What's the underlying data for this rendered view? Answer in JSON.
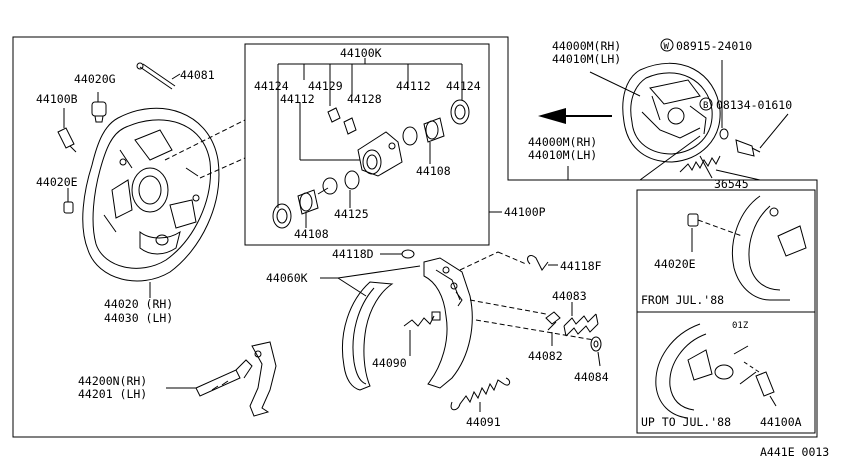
{
  "diagram_id": "A441E 0013",
  "labels": {
    "p44081": "44081",
    "p44020G": "44020G",
    "p44100B": "44100B",
    "p44020E": "44020E",
    "p44020": "44020 (RH)",
    "p44030": "44030 (LH)",
    "p44100K": "44100K",
    "p44124a": "44124",
    "p44129": "44129",
    "p44112a": "44112",
    "p44128": "44128",
    "p44112b": "44112",
    "p44124b": "44124",
    "p44108a": "44108",
    "p44125": "44125",
    "p44108b": "44108",
    "p44100P": "44100P",
    "p44000top": "44000M(RH)",
    "p44010top": "44010M(LH)",
    "pW08915": "08915-24010",
    "pB08134": "08134-01610",
    "p44000mid": "44000M(RH)",
    "p44010mid": "44010M(LH)",
    "p36545": "36545",
    "p44118D": "44118D",
    "p44118F": "44118F",
    "p44060K": "44060K",
    "p44083": "44083",
    "p44082": "44082",
    "p44084": "44084",
    "p44090": "44090",
    "p44091": "44091",
    "p44200N": "44200N(RH)",
    "p44201": "44201  (LH)",
    "p44020Ein": "44020E",
    "from_jul": "FROM JUL.'88",
    "up_to_jul": "UP TO JUL.'88",
    "p44100A": "44100A",
    "circleW": "W",
    "circleB": "B",
    "inset_mark": "01Z"
  }
}
